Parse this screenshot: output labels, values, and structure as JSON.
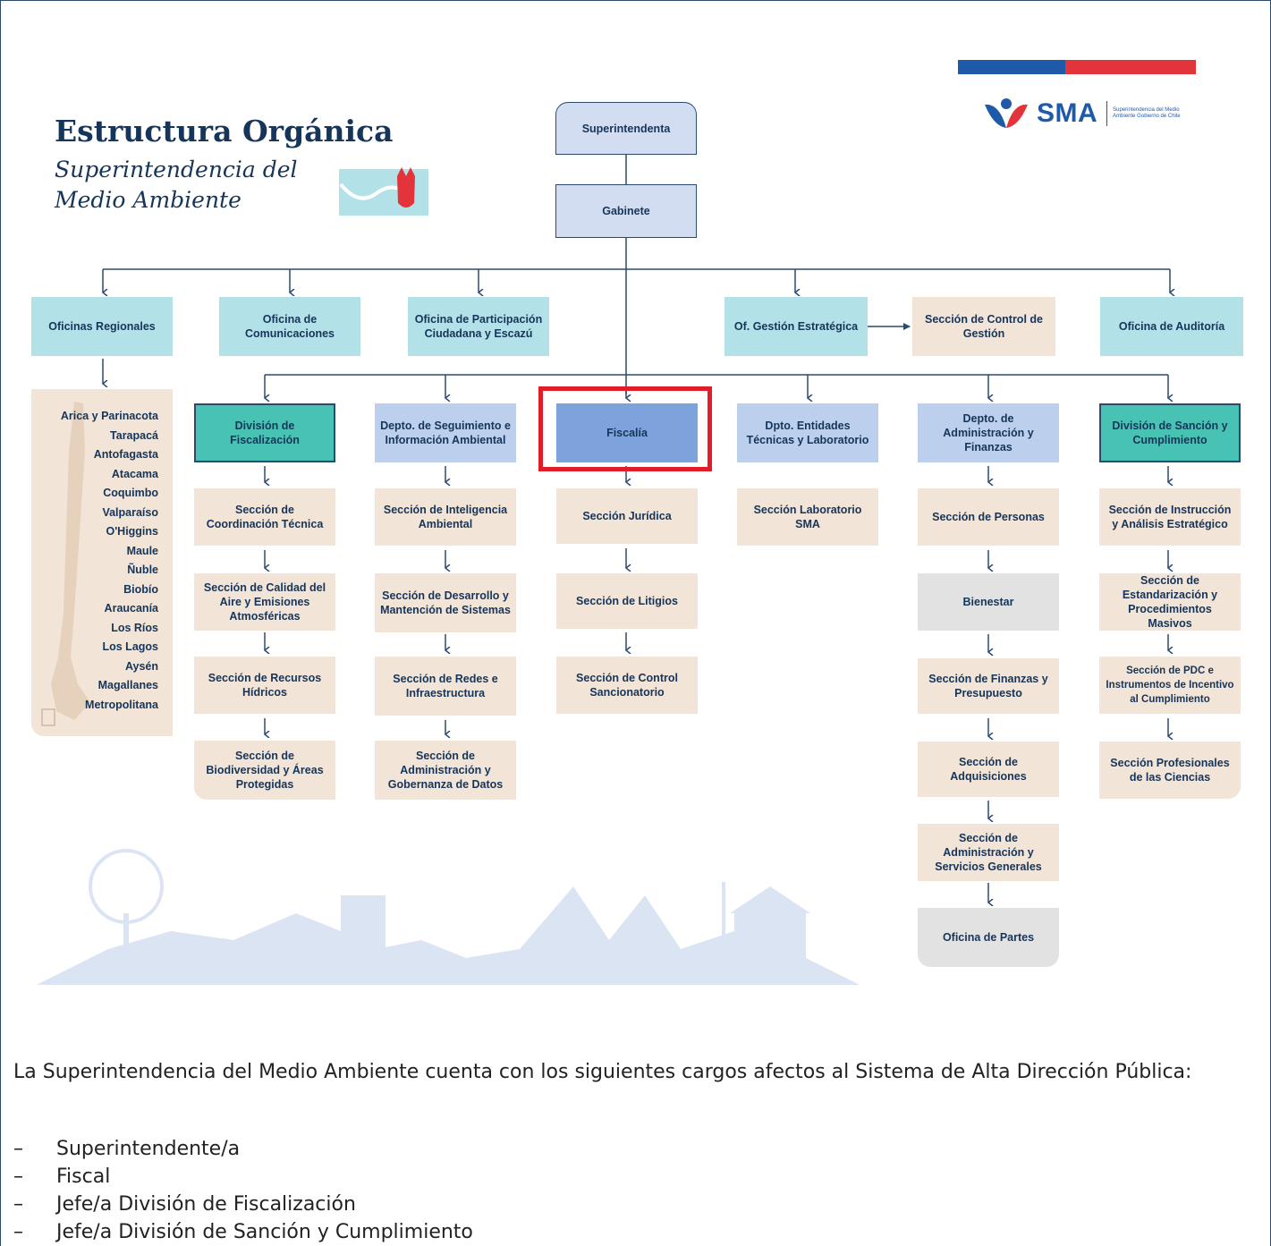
{
  "header": {
    "title": "Estructura Orgánica",
    "subtitle_line1": "Superintendencia del",
    "subtitle_line2": "Medio Ambiente"
  },
  "logo": {
    "name": "SMA",
    "tagline": "Superintendencia del Medio Ambiente Gobierno de Chile",
    "colors": {
      "blue": "#1e5aa8",
      "red": "#e3343c"
    }
  },
  "chart": {
    "top": [
      "Superintendenta",
      "Gabinete"
    ],
    "staff_row": [
      "Oficinas Regionales",
      "Oficina de Comunicaciones",
      "Oficina de Participación Ciudadana y Escazú",
      "Of. Gestión Estratégica",
      "Sección de Control de Gestión",
      "Oficina de Auditoría"
    ],
    "regions": [
      "Arica y Parinacota",
      "Tarapacá",
      "Antofagasta",
      "Atacama",
      "Coquimbo",
      "Valparaíso",
      "O'Higgins",
      "Maule",
      "Ñuble",
      "Biobío",
      "Araucanía",
      "Los Ríos",
      "Los Lagos",
      "Aysén",
      "Magallanes",
      "Metropolitana"
    ],
    "divisions": [
      {
        "name": "División de Fiscalización",
        "sections": [
          "Sección de Coordinación Técnica",
          "Sección de Calidad del Aire y Emisiones Atmosféricas",
          "Sección de Recursos Hídricos",
          "Sección de Biodiversidad y Áreas Protegidas"
        ]
      },
      {
        "name": "Depto. de Seguimiento e Información Ambiental",
        "sections": [
          "Sección de Inteligencia Ambiental",
          "Sección de Desarrollo y Mantención de Sistemas",
          "Sección de Redes e Infraestructura",
          "Sección de Administración y Gobernanza de Datos"
        ]
      },
      {
        "name": "Fiscalía",
        "sections": [
          "Sección Jurídica",
          "Sección de Litigios",
          "Sección de Control Sancionatorio"
        ]
      },
      {
        "name": "Dpto. Entidades Técnicas y Laboratorio",
        "sections": [
          "Sección Laboratorio SMA"
        ]
      },
      {
        "name": "Depto. de Administración y Finanzas",
        "sections": [
          "Sección de Personas",
          "Bienestar",
          "Sección de Finanzas y Presupuesto",
          "Sección de Adquisiciones",
          "Sección de Administración y Servicios Generales",
          "Oficina de Partes"
        ]
      },
      {
        "name": "División de Sanción y Cumplimiento",
        "sections": [
          "Sección de Instrucción y Análisis Estratégico",
          "Sección de Estandarización y Procedimientos Masivos",
          "Sección de PDC e Instrumentos de Incentivo al Cumplimiento",
          "Sección Profesionales de las Ciencias"
        ]
      }
    ]
  },
  "body_text": {
    "intro": "La Superintendencia del Medio Ambiente cuenta con los siguientes cargos afectos al Sistema de Alta Dirección Pública:",
    "dash": "–",
    "items": [
      "Superintendente/a",
      "Fiscal",
      "Jefe/a División de Fiscalización",
      "Jefe/a División de Sanción y Cumplimiento"
    ]
  }
}
